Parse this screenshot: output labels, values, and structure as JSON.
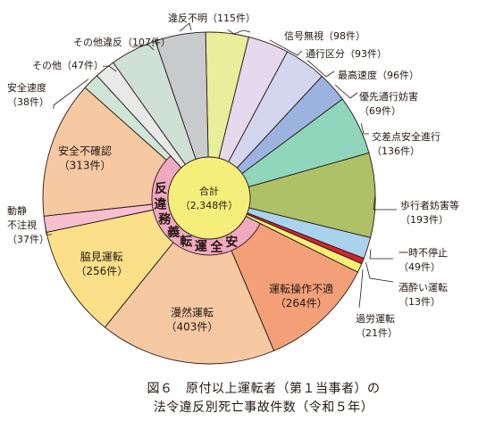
{
  "chart_data": {
    "type": "pie",
    "title": "図６　原付以上運転者（第１当事者）の\n法令違反別死亡事故件数（令和５年）",
    "center_label": [
      "合計",
      "（2,348件）"
    ],
    "group_label": "安全運転義務違反",
    "slices": [
      {
        "name": "信号無視",
        "value": 98,
        "label": [
          "信号無視（98件）"
        ],
        "color": "#e9ee9a",
        "group": "other"
      },
      {
        "name": "通行区分",
        "value": 93,
        "label": [
          "通行区分（93件）"
        ],
        "color": "#e6d9ee",
        "group": "other"
      },
      {
        "name": "最高速度",
        "value": 96,
        "label": [
          "最高速度（96件）"
        ],
        "color": "#d2d7ef",
        "group": "other"
      },
      {
        "name": "優先通行妨害",
        "value": 69,
        "label": [
          "優先通行妨害",
          "（69件）"
        ],
        "color": "#9bb3de",
        "group": "other"
      },
      {
        "name": "交差点安全進行",
        "value": 136,
        "label": [
          "交差点安全進行",
          "（136件）"
        ],
        "color": "#8fd6bc",
        "group": "other"
      },
      {
        "name": "歩行者妨害等",
        "value": 193,
        "label": [
          "歩行者妨害等",
          "（193件）"
        ],
        "color": "#aec167",
        "group": "other"
      },
      {
        "name": "一時不停止",
        "value": 49,
        "label": [
          "一時不停止",
          "（49件）"
        ],
        "color": "#a9d3ec",
        "group": "other"
      },
      {
        "name": "酒酔い運転",
        "value": 13,
        "label": [
          "酒酔い運転",
          "（13件）"
        ],
        "color": "#d3242e",
        "group": "other"
      },
      {
        "name": "過労運転",
        "value": 21,
        "label": [
          "過労運転",
          "（21件）"
        ],
        "color": "#f5ee7b",
        "group": "other"
      },
      {
        "name": "運転操作不適",
        "value": 264,
        "label": [
          "運転操作不適",
          "（264件）"
        ],
        "color": "#f3a078",
        "group": "safe"
      },
      {
        "name": "漫然運転",
        "value": 403,
        "label": [
          "漫然運転",
          "（403件）"
        ],
        "color": "#f7c9a2",
        "group": "safe"
      },
      {
        "name": "脇見運転",
        "value": 256,
        "label": [
          "脇見運転",
          "（256件）"
        ],
        "color": "#fbe089",
        "group": "safe"
      },
      {
        "name": "動静不注視",
        "value": 37,
        "label": [
          "動静",
          "不注視",
          "（37件）"
        ],
        "color": "#f8bfcf",
        "group": "safe"
      },
      {
        "name": "安全不確認",
        "value": 313,
        "label": [
          "安全不確認",
          "（313件）"
        ],
        "color": "#f7c9a2",
        "group": "safe"
      },
      {
        "name": "安全速度",
        "value": 38,
        "label": [
          "安全速度",
          "（38件）"
        ],
        "color": "#cfe5d6",
        "group": "safe"
      },
      {
        "name": "その他",
        "value": 47,
        "label": [
          "その他（47件）"
        ],
        "color": "#e9e9e9",
        "group": "other"
      },
      {
        "name": "その他違反",
        "value": 107,
        "label": [
          "その他違反（107件）"
        ],
        "color": "#cfe1d6",
        "group": "other"
      },
      {
        "name": "違反不明",
        "value": 115,
        "label": [
          "違反不明（115件）"
        ],
        "color": "#c9cacb",
        "group": "other"
      }
    ]
  },
  "caption": {
    "line1": "図６　原付以上運転者（第１当事者）の",
    "line2": "法令違反別死亡事故件数（令和５年）"
  }
}
